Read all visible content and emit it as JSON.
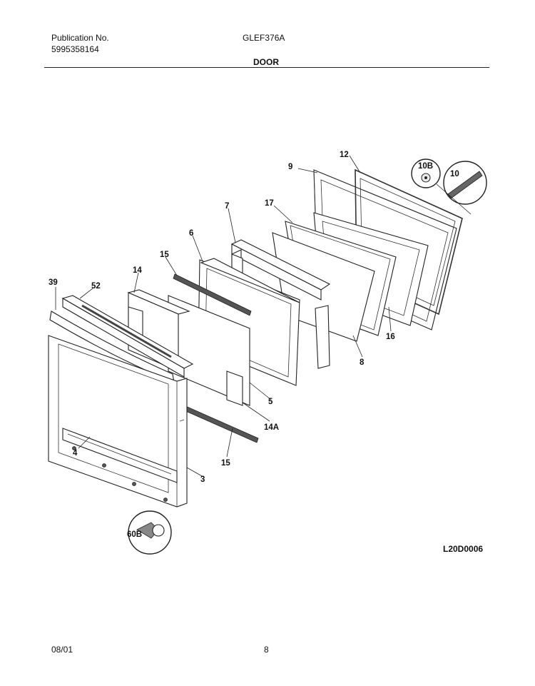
{
  "header": {
    "publication_label": "Publication No.",
    "publication_number": "5995358164",
    "model": "GLEF376A",
    "section_title": "DOOR"
  },
  "diagram": {
    "code": "L20D0006",
    "callouts": {
      "p3": "3",
      "p4": "4",
      "p5": "5",
      "p6": "6",
      "p7": "7",
      "p8": "8",
      "p9": "9",
      "p10": "10",
      "p10b": "10B",
      "p12": "12",
      "p14": "14",
      "p14a": "14A",
      "p15a": "15",
      "p15b": "15",
      "p16": "16",
      "p17": "17",
      "p39": "39",
      "p52": "52",
      "p60b": "60B"
    }
  },
  "footer": {
    "date": "08/01",
    "page": "8"
  }
}
